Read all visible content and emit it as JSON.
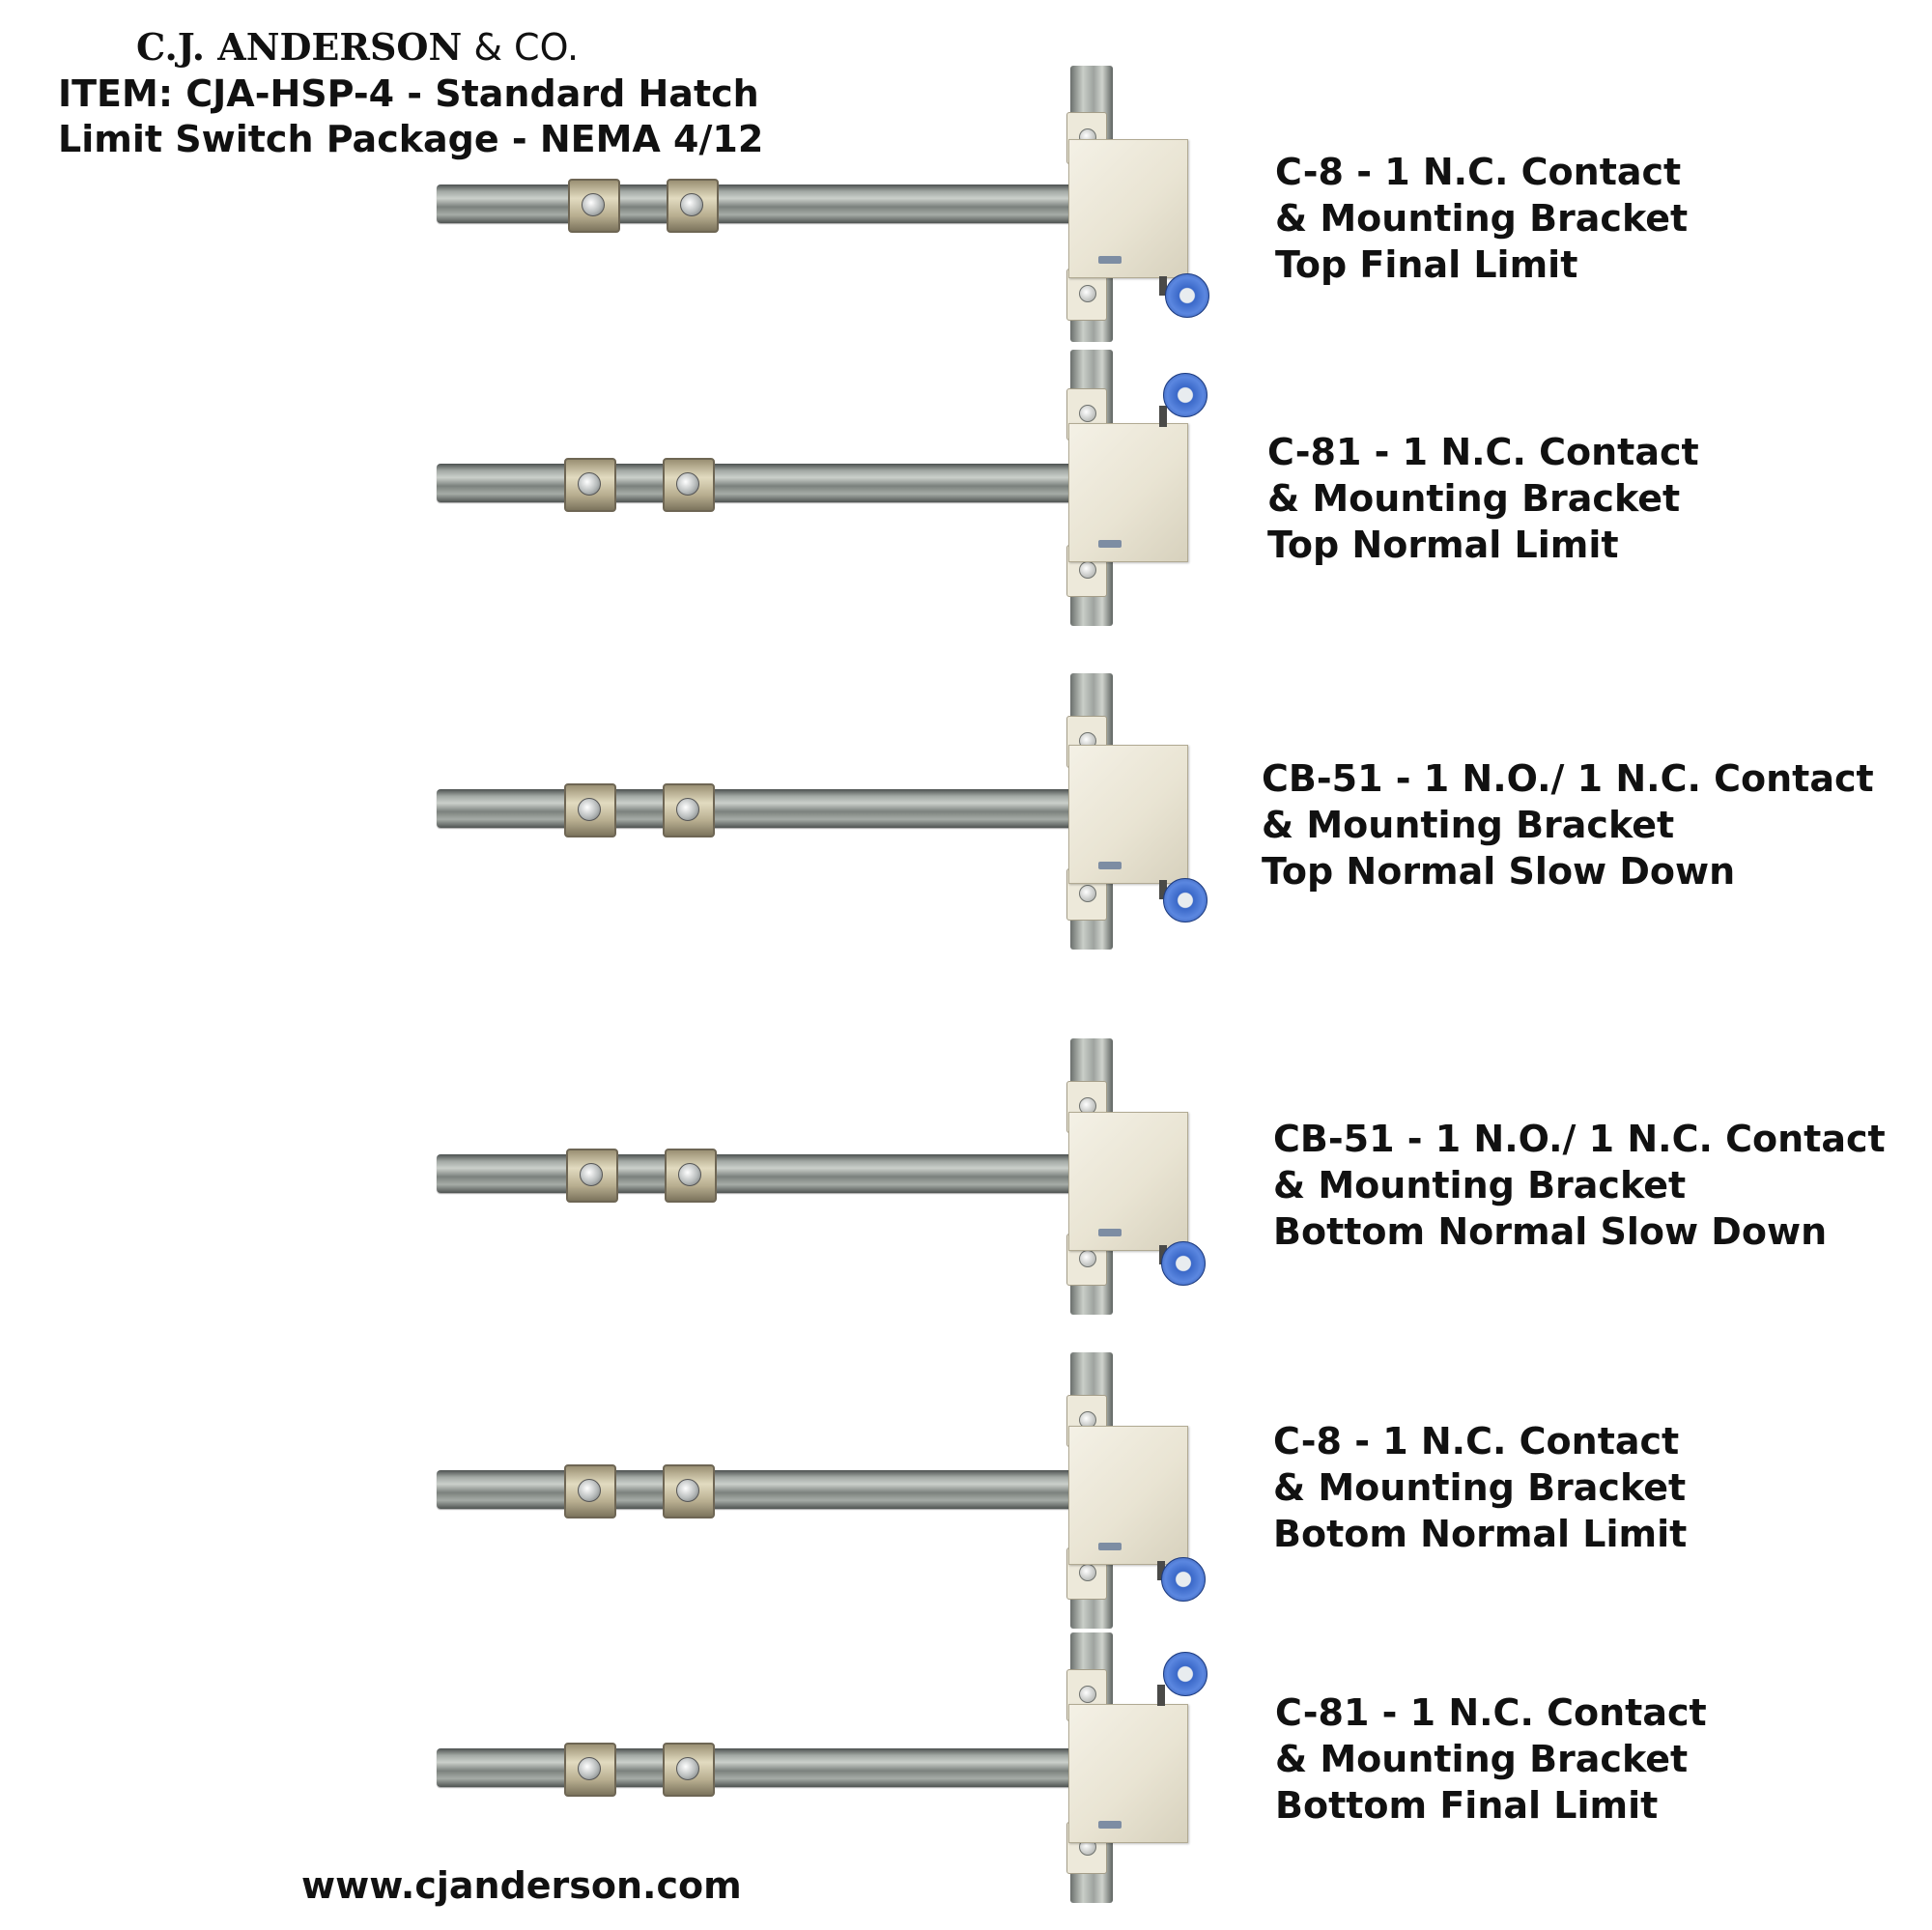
{
  "header": {
    "company_name": "C.J. ANDERSON",
    "company_suffix": "& CO.",
    "item_line_1": "ITEM: CJA-HSP-4 - Standard Hatch",
    "item_line_2": "Limit Switch Package - NEMA 4/12"
  },
  "switches": [
    {
      "line1": "C-8 - 1 N.C. Contact",
      "line2": "& Mounting Bracket",
      "line3": "Top Final Limit",
      "roller": "bottom"
    },
    {
      "line1": "C-81 - 1 N.C. Contact",
      "line2": "& Mounting Bracket",
      "line3": "Top Normal Limit",
      "roller": "top"
    },
    {
      "line1": "CB-51 - 1 N.O./ 1 N.C. Contact",
      "line2": "& Mounting Bracket",
      "line3": "Top Normal Slow Down",
      "roller": "bottom"
    },
    {
      "line1": "CB-51 - 1 N.O./ 1 N.C. Contact",
      "line2": "& Mounting Bracket",
      "line3": "Bottom Normal Slow Down",
      "roller": "bottom"
    },
    {
      "line1": "C-8 - 1 N.C. Contact",
      "line2": "& Mounting Bracket",
      "line3": "Botom Normal Limit",
      "roller": "bottom"
    },
    {
      "line1": "C-81 - 1 N.C. Contact",
      "line2": "& Mounting Bracket",
      "line3": "Bottom Final Limit",
      "roller": "top"
    }
  ],
  "footer": {
    "website": "www.cjanderson.com"
  },
  "colors": {
    "roller": "#3a68c8",
    "switch_body": "#ede9da",
    "rod": "#a2a8a4",
    "text": "#111111"
  }
}
